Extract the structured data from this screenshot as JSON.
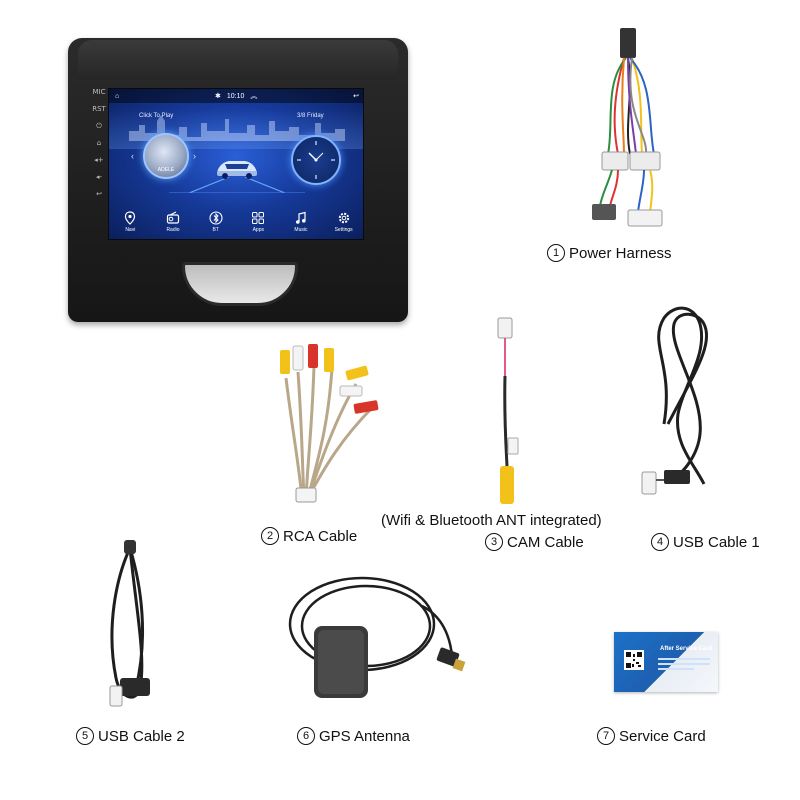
{
  "screen": {
    "status_time": "10:10",
    "click_to_play": "Click To Play",
    "date": "3/8 Friday",
    "album_text": "ADELE",
    "dock": [
      {
        "label": "Navi",
        "icon": "location-pin-icon"
      },
      {
        "label": "Radio",
        "icon": "radio-icon"
      },
      {
        "label": "BT",
        "icon": "bluetooth-icon"
      },
      {
        "label": "Apps",
        "icon": "apps-grid-icon"
      },
      {
        "label": "Music",
        "icon": "music-note-icon"
      },
      {
        "label": "Settings",
        "icon": "gear-icon"
      }
    ],
    "side_buttons": [
      "MIC",
      "RST"
    ]
  },
  "items": [
    {
      "num": "1",
      "label": "Power Harness"
    },
    {
      "num": "2",
      "label": "RCA Cable"
    },
    {
      "num": "3",
      "label": "CAM Cable"
    },
    {
      "num": "4",
      "label": "USB Cable 1"
    },
    {
      "num": "5",
      "label": "USB Cable 2"
    },
    {
      "num": "6",
      "label": "GPS Antenna"
    },
    {
      "num": "7",
      "label": "Service Card"
    }
  ],
  "note": "(Wifi & Bluetooth ANT integrated)",
  "service_card": {
    "title": "After Service Card"
  },
  "colors": {
    "screen_blue": "#163a9a",
    "card_blue": "#1b72c9",
    "rca_yellow": "#f2c21a",
    "rca_red": "#d8342a"
  }
}
